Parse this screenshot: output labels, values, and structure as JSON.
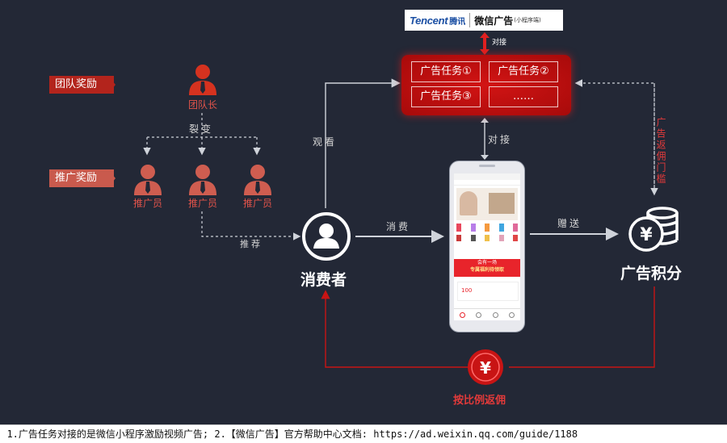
{
  "brand": {
    "tencent": "Tencent",
    "tencent_cn": "腾讯",
    "product": "微信广告",
    "product_sub": "(小程序端)"
  },
  "labels": {
    "duijie_top": "对接",
    "duijie_mid": "对接",
    "tuandui_reward": "团队奖励",
    "tuiguang_reward": "推广奖励",
    "leader": "团队长",
    "fission": "裂变",
    "promoter": "推广员",
    "recommend": "推荐",
    "watch": "观看",
    "consume": "消费",
    "gift": "赠送",
    "consumer": "消费者",
    "ad_points": "广告积分",
    "ad_rebate": "广告返佣门槛",
    "proportion": "按比例返佣",
    "yen": "¥"
  },
  "tasks": [
    "广告任务①",
    "广告任务②",
    "广告任务③",
    "……"
  ],
  "phone": {
    "banner_title": "会有一场",
    "banner_sub": "专属福利待领取",
    "price": "100"
  },
  "footer": ": 1.广告任务对接的是微信小程序激励视频广告; 2.【微信广告】官方帮助中心文档: https://ad.weixin.qq.com/guide/1188",
  "colors": {
    "bg": "#232836",
    "accent_red": "#c81414",
    "label_red": "#e0534a",
    "wire": "#cfd3da"
  }
}
